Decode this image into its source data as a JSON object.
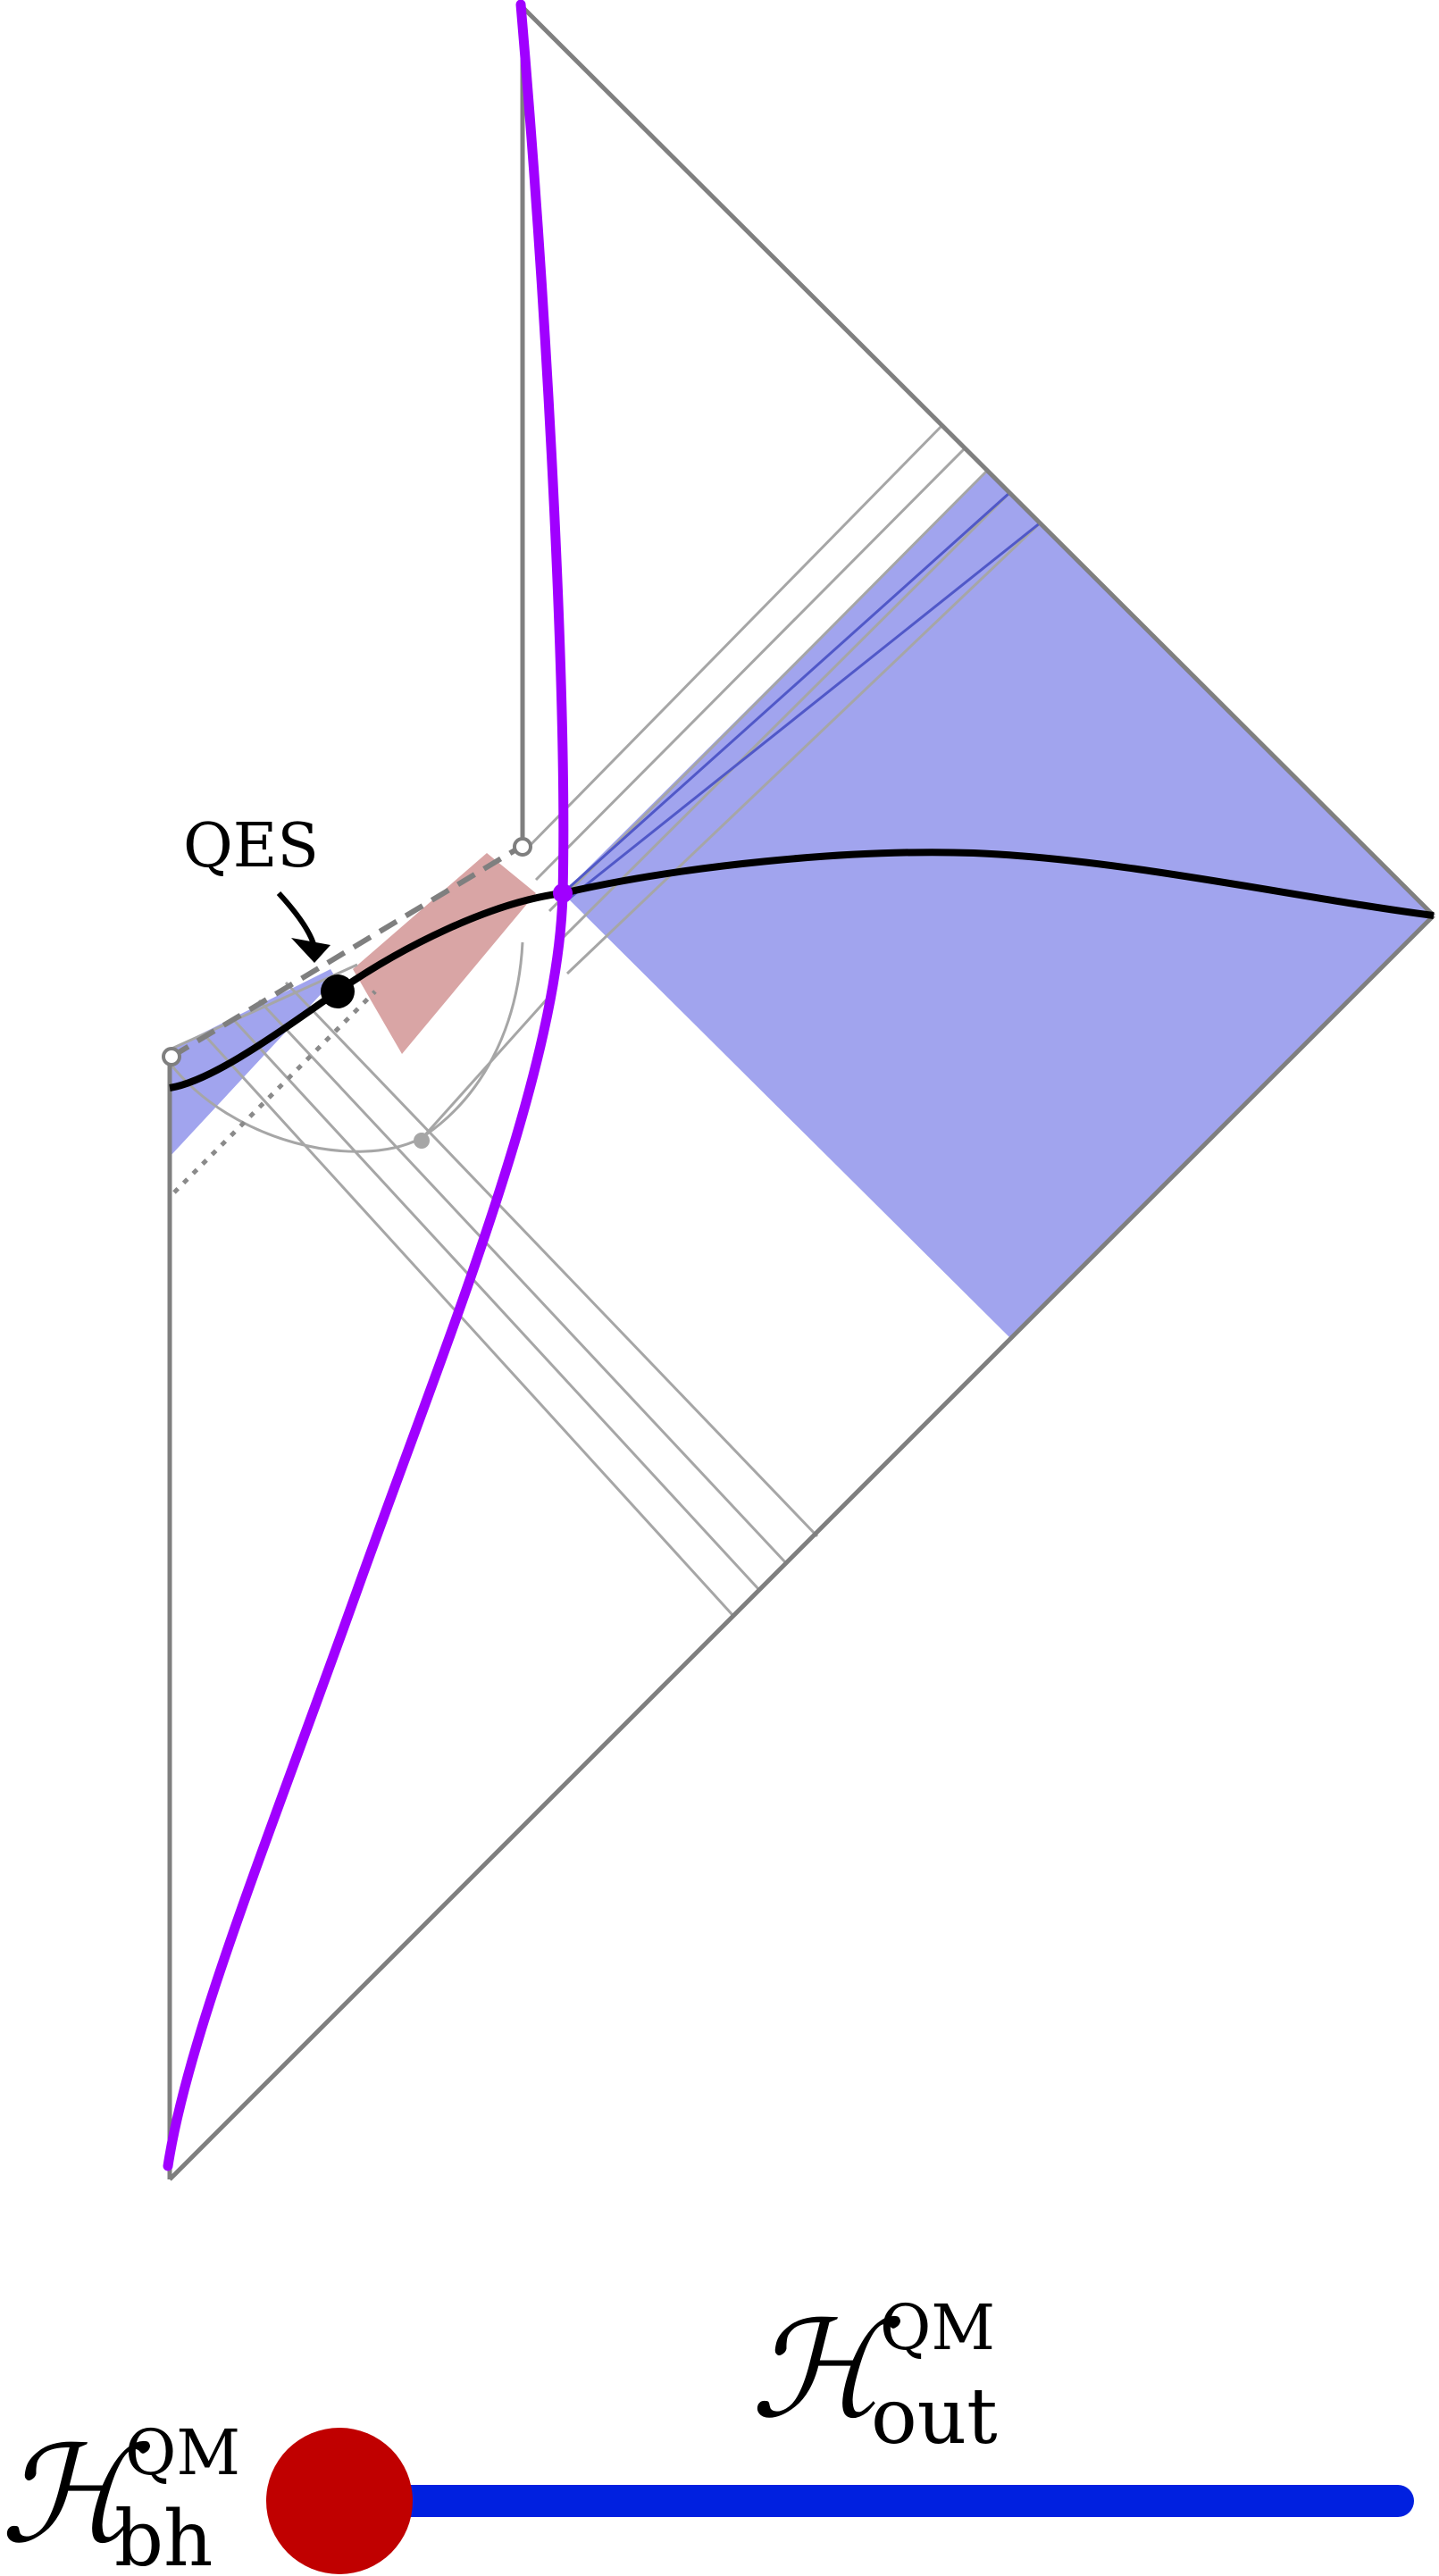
{
  "diagram": {
    "qes_label": "QES",
    "hilbert_bh": {
      "symbol": "ℋ",
      "superscript": "QM",
      "subscript": "bh"
    },
    "hilbert_out": {
      "symbol": "ℋ",
      "superscript": "QM",
      "subscript": "out"
    },
    "colors": {
      "boundary": "#7f7f7f",
      "light_rays": "#a6a6a6",
      "entanglement_wedge": "#a1a4ee",
      "wedge_edge": "#5058c8",
      "island_red": "#d9a5a5",
      "cutoff_curve": "#a000ff",
      "cauchy_slice": "#000000",
      "bh_dot": "#c00000",
      "out_line": "#0020e0"
    }
  }
}
